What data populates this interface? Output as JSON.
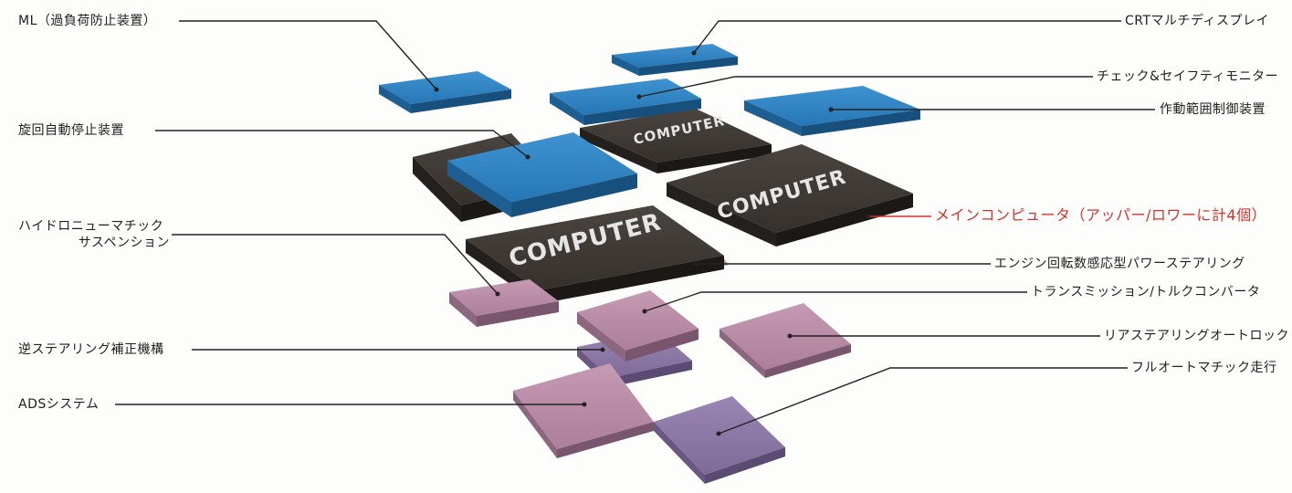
{
  "labels_left": {
    "ml": "ML（過負荷防止装置）",
    "swing": "旋回自動停止装置",
    "hydro_line1": "ハイドロニューマチック",
    "hydro_line2": "サスペンション",
    "reverse": "逆ステアリング補正機構",
    "ads": "ADSシステム"
  },
  "labels_right": {
    "crt": "CRTマルチディスプレイ",
    "check": "チェック&セイフティモニター",
    "range": "作動範囲制御装置",
    "main": "メインコンピュータ（アッパー/ロワーに計4個）",
    "engine": "エンジン回転数感応型パワーステアリング",
    "trans": "トランスミッション/トルクコンバータ",
    "rear": "リアステアリングオートロック",
    "full": "フルオートマチック走行"
  },
  "chip_label": "COMPUTER",
  "colors": {
    "blue": "#2f7fbf",
    "dark": "#3b3632",
    "pink": "#b98aa6",
    "purple": "#8c77a6",
    "highlight": "#d8322c"
  }
}
